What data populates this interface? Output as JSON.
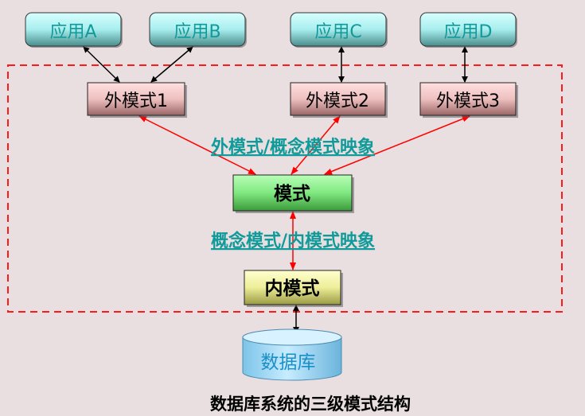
{
  "applications": [
    "应用A",
    "应用B",
    "应用C",
    "应用D"
  ],
  "external_schemas": [
    "外模式1",
    "外模式2",
    "外模式3"
  ],
  "mapping_external_conceptual": "外模式/概念模式映象",
  "conceptual_schema": "模式",
  "mapping_conceptual_internal": "概念模式/内模式映象",
  "internal_schema": "内模式",
  "database": "数据库",
  "caption": "数据库系统的三级模式结构",
  "colors": {
    "background": "#e9dfe0",
    "application_box": "#9fe6e6",
    "external_box": "#e8b8b8",
    "schema_box": "#7ee07e",
    "internal_box": "#eeee99",
    "database": "#9fd8f2",
    "mapping_arrow": "#ff0000",
    "dashed_border": "#ff0000",
    "teal_text": "#109a9a"
  }
}
